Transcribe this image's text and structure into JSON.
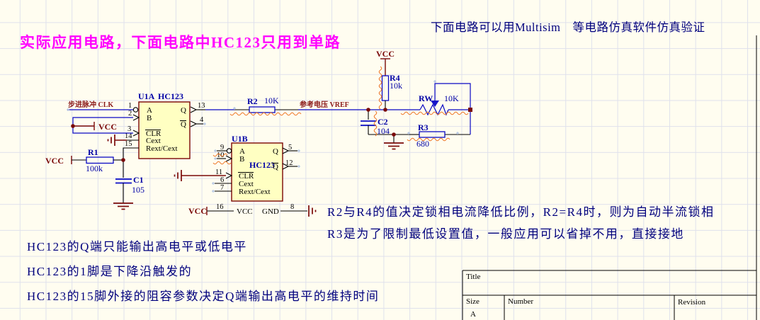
{
  "notes": {
    "main_title": "实际应用电路，下面电路中HC123只用到单路",
    "sim_note": "下面电路可以用Multisim　等电路仿真软件仿真验证",
    "r2r4": "R2与R4的值决定锁相电流降低比例，R2=R4时，则为自动半流锁相",
    "r3": "R3是为了限制最低设置值，一般应用可以省掉不用，直接接地",
    "q1": "HC123的Q端只能输出高电平或低电平",
    "q2": "HC123的1脚是下降沿触发的",
    "q3": "HC123的15脚外接的阻容参数决定Q端输出高电平的维持时间"
  },
  "sch": {
    "net_labels": {
      "clk": "步进脉冲 CLK",
      "vref": "参考电压 VREF"
    },
    "power": {
      "vcc": "VCC"
    },
    "u1a": {
      "ref": "U1A",
      "part": "HC123",
      "pins": {
        "a": "A",
        "b": "B",
        "clr": "CLR",
        "cext": "Cext",
        "rext": "Rext/Cext",
        "q": "Q",
        "qb": "Q"
      },
      "nums": {
        "p1": "1",
        "p2": "2",
        "p3": "3",
        "p14": "14",
        "p15": "15",
        "p13": "13",
        "p4": "4"
      }
    },
    "u1b": {
      "ref": "U1B",
      "part": "HC123",
      "pins": {
        "a": "A",
        "b": "B",
        "clr": "CLR",
        "cext": "Cext",
        "rext": "Rext/Cext",
        "q": "Q",
        "qb": "Q",
        "vcc": "VCC",
        "gnd": "GND"
      },
      "nums": {
        "p9": "9",
        "p10": "10",
        "p11": "11",
        "p6": "6",
        "p7": "7",
        "p5": "5",
        "p12": "12",
        "p16": "16",
        "p8": "8"
      }
    },
    "r1": {
      "ref": "R1",
      "value": "100k"
    },
    "r2": {
      "ref": "R2",
      "value": "10K"
    },
    "r3": {
      "ref": "R3",
      "value": "680"
    },
    "r4": {
      "ref": "R4",
      "value": "10k"
    },
    "rw": {
      "ref": "RW",
      "value": "10K"
    },
    "c1": {
      "ref": "C1",
      "value": "105"
    },
    "c2": {
      "ref": "C2",
      "value": "104"
    }
  },
  "tb": {
    "title_label": "Title",
    "size_label": "Size",
    "size_value": "A",
    "number_label": "Number",
    "revision_label": "Revision"
  },
  "colors": {
    "background": "#FFFDF0",
    "grid": "#DFE1EC",
    "wire_blue": "#0A0AC4",
    "component_blue": "#0202A6",
    "chip_fill": "#FFFFC2",
    "chip_border": "#7B0505",
    "power_maroon": "#7A0808",
    "net_label_maroon": "#8B1A1A",
    "note_navy": "#00007E",
    "title_magenta": "#FF00FF",
    "erc_squiggle_orange": "#EF7828"
  }
}
